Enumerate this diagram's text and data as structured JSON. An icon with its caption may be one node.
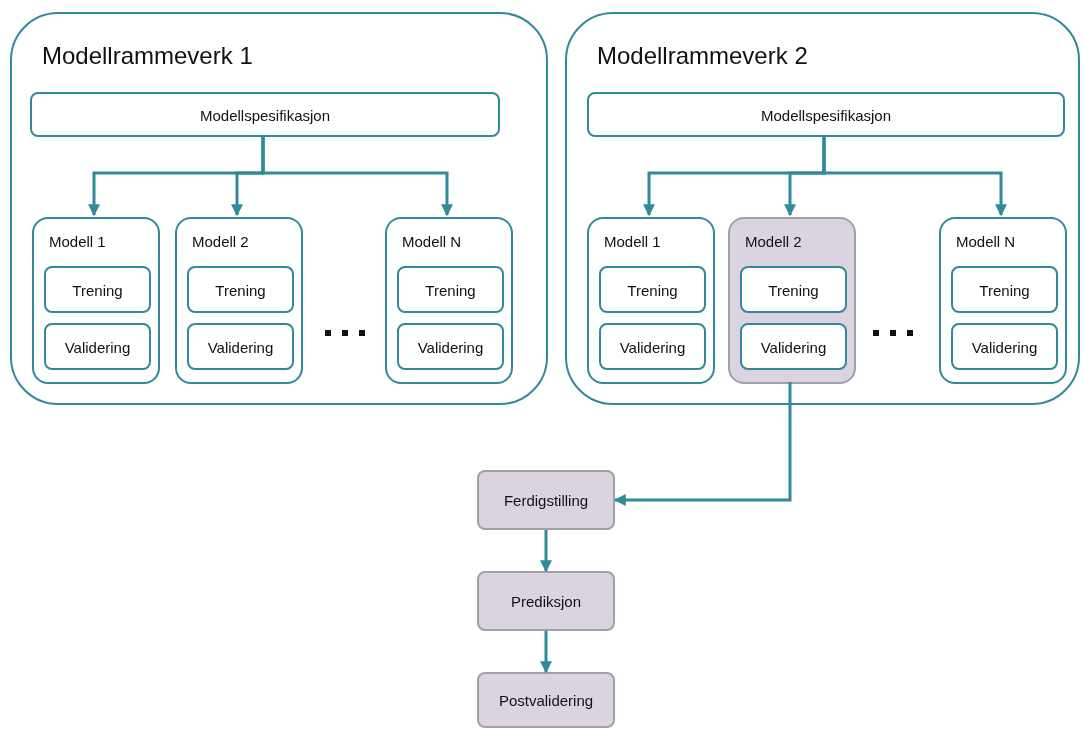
{
  "diagram": {
    "nodes": [
      {
        "text": [
          "Modellrammeverk 1"
        ]
      },
      {
        "text": [
          "Modellspesifikasjon"
        ],
        "in": 0
      },
      {
        "text": [
          "Modell 1"
        ],
        "in": 0
      },
      {
        "text": [
          "Trening"
        ],
        "in": 2
      },
      {
        "text": [
          "Validering"
        ],
        "in": 2
      },
      {
        "text": [
          "Modell 2"
        ],
        "in": 0
      },
      {
        "text": [
          "Trening"
        ],
        "in": 5
      },
      {
        "text": [
          "Validering"
        ],
        "in": 5
      },
      {
        "text": [
          "Modell N"
        ],
        "in": 0
      },
      {
        "text": [
          "Trening"
        ],
        "in": 8
      },
      {
        "text": [
          "Validering"
        ],
        "in": 8
      },
      {
        "text": [
          "Modellrammeverk 2"
        ]
      },
      {
        "text": [
          "Modellspesifikasjon"
        ],
        "in": 11
      },
      {
        "text": [
          "Modell 1"
        ],
        "in": 11
      },
      {
        "text": [
          "Trening"
        ],
        "in": 13
      },
      {
        "text": [
          "Validering"
        ],
        "in": 13
      },
      {
        "text": [
          "Modell 2"
        ],
        "in": 11
      },
      {
        "text": [
          "Trening"
        ],
        "in": 16
      },
      {
        "text": [
          "Validering"
        ],
        "in": 16
      },
      {
        "text": [
          "Modell N"
        ],
        "in": 11
      },
      {
        "text": [
          "Trening"
        ],
        "in": 19
      },
      {
        "text": [
          "Validering"
        ],
        "in": 19
      },
      {
        "text": [
          "Ferdigstilling"
        ]
      },
      {
        "text": [
          "Prediksjon"
        ]
      },
      {
        "text": [
          "Postvalidering"
        ]
      }
    ],
    "edges": [
      {
        "from": 1,
        "to": 2,
        "arrow": "to"
      },
      {
        "from": 1,
        "to": 5,
        "arrow": "to"
      },
      {
        "from": 1,
        "to": 8,
        "arrow": "to"
      },
      {
        "from": 12,
        "to": 13,
        "arrow": "to"
      },
      {
        "from": 12,
        "to": 16,
        "arrow": "to"
      },
      {
        "from": 12,
        "to": 19,
        "arrow": "to"
      },
      {
        "from": 16,
        "to": 22,
        "arrow": "to"
      },
      {
        "from": 22,
        "to": 23,
        "arrow": "to"
      },
      {
        "from": 23,
        "to": 24,
        "arrow": "to"
      }
    ]
  }
}
